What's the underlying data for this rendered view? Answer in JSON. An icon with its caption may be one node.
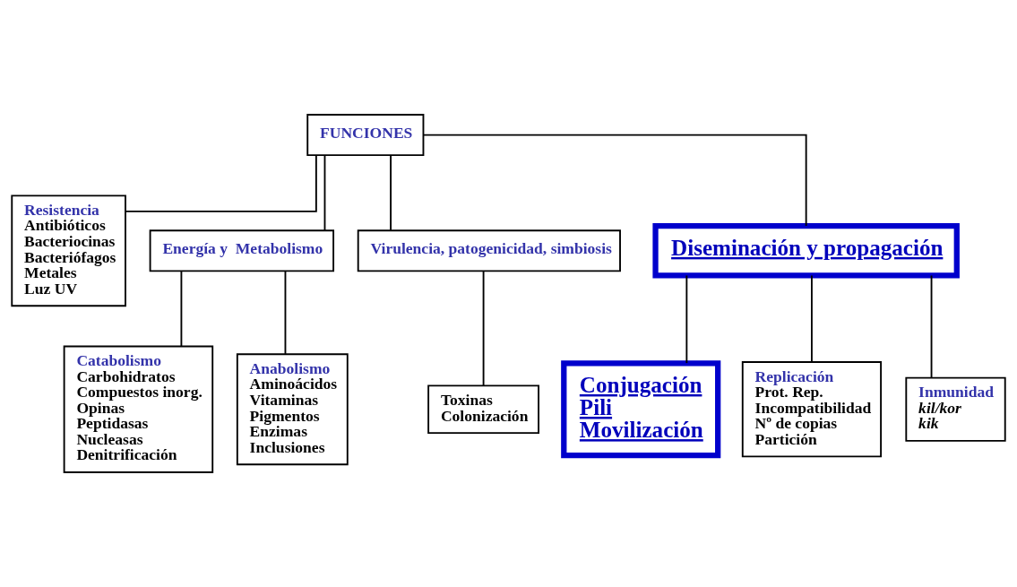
{
  "diagram": {
    "nodes": [
      {
        "text": [
          "FUNCIONES"
        ]
      },
      {
        "text": [
          "Resistencia",
          "Antibióticos",
          "Bacteriocinas",
          "Bacteriófagos",
          "Metales",
          "Luz UV"
        ]
      },
      {
        "text": [
          "Energía y  Metabolismo"
        ]
      },
      {
        "text": [
          "Catabolismo",
          "Carbohidratos",
          "Compuestos inorg.",
          "Opinas",
          "Peptidasas",
          "Nucleasas",
          "Denitrificación"
        ]
      },
      {
        "text": [
          "Anabolismo",
          "Aminoácidos",
          "Vitaminas",
          "Pigmentos",
          "Enzimas",
          "Inclusiones"
        ]
      },
      {
        "text": [
          "Virulencia, patogenicidad, simbiosis"
        ]
      },
      {
        "text": [
          "Toxinas",
          "Colonización"
        ]
      },
      {
        "text": [
          "Diseminación y propagación"
        ]
      },
      {
        "text": [
          "Conjugación",
          "Pili",
          "Movilización"
        ]
      },
      {
        "text": [
          "Replicación",
          "Prot. Rep.",
          "Incompatibilidad",
          "Nº de copias",
          "Partición"
        ]
      },
      {
        "text": [
          "Inmunidad",
          "kil/kor",
          "kik"
        ]
      }
    ],
    "edges": [
      {
        "from": 0,
        "to": 1,
        "arrow": "none"
      },
      {
        "from": 0,
        "to": 2,
        "arrow": "none"
      },
      {
        "from": 0,
        "to": 5,
        "arrow": "none"
      },
      {
        "from": 0,
        "to": 7,
        "arrow": "none"
      },
      {
        "from": 2,
        "to": 3,
        "arrow": "none"
      },
      {
        "from": 2,
        "to": 4,
        "arrow": "none"
      },
      {
        "from": 5,
        "to": 6,
        "arrow": "none"
      },
      {
        "from": 7,
        "to": 8,
        "arrow": "none"
      },
      {
        "from": 7,
        "to": 9,
        "arrow": "none"
      },
      {
        "from": 7,
        "to": 10,
        "arrow": "none"
      }
    ]
  }
}
